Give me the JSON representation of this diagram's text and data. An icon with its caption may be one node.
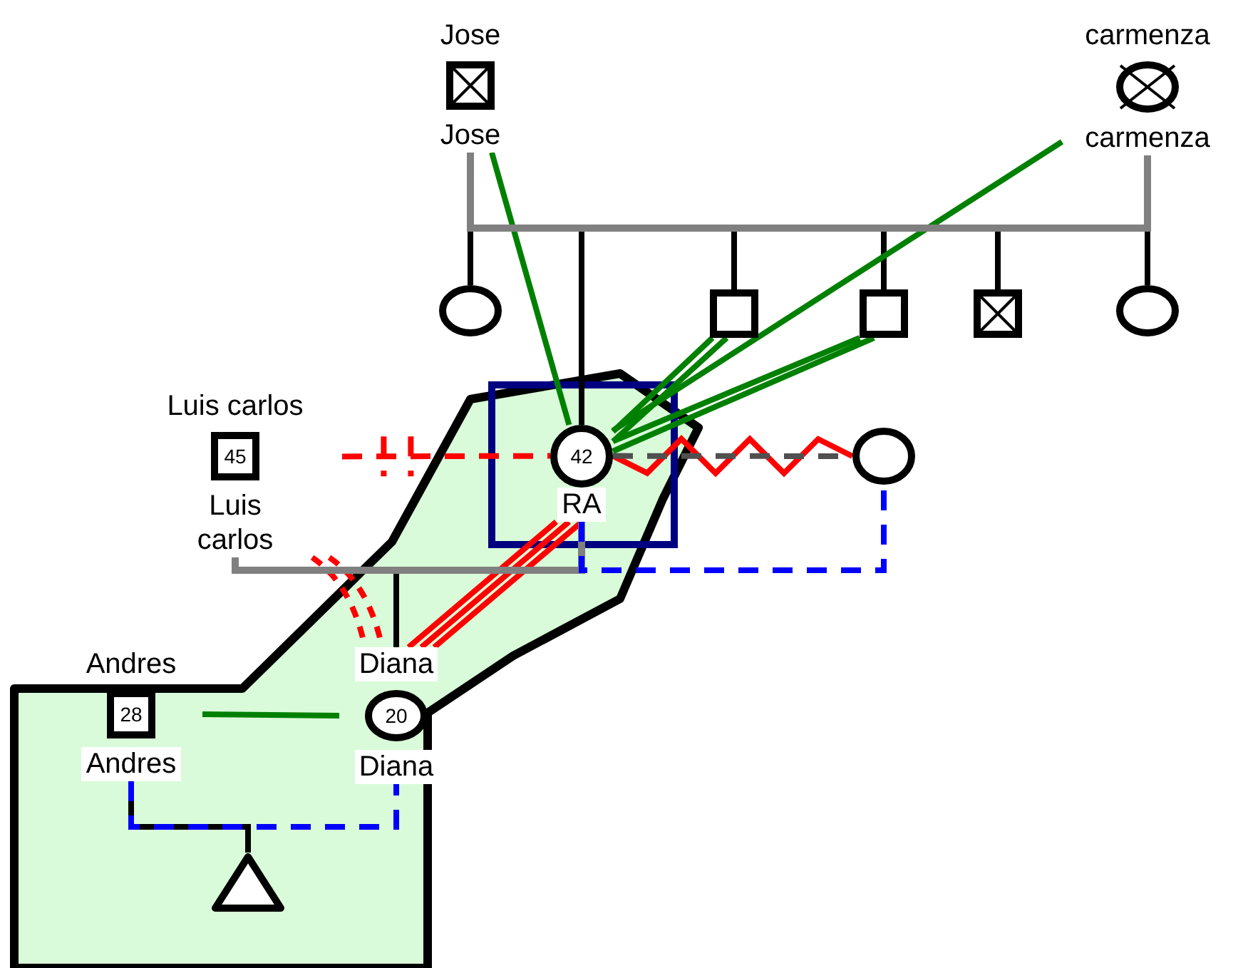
{
  "diagram": {
    "nodes": [
      {
        "text": [
          "Jose",
          "Jose"
        ]
      },
      {
        "text": [
          "carmenza",
          "carmenza"
        ]
      },
      {
        "text": [],
        "shape": "circle"
      },
      {
        "text": [],
        "shape": "box"
      },
      {
        "text": [],
        "shape": "box"
      },
      {
        "text": [],
        "shape": "box"
      },
      {
        "text": [],
        "shape": "circle"
      },
      {
        "text": [],
        "shape": "polygon"
      },
      {
        "text": [
          "Luis carlos",
          "45",
          "Luis carlos"
        ]
      },
      {
        "text": [
          "42",
          "RA"
        ],
        "in": 7
      },
      {
        "text": [],
        "shape": "circle"
      },
      {
        "text": [
          "Andres",
          "28",
          "Andres"
        ],
        "in": 7
      },
      {
        "text": [
          "Diana",
          "20",
          "Diana"
        ],
        "in": 7
      },
      {
        "text": [],
        "shape": "triangle",
        "in": 7
      }
    ],
    "edges": [
      {
        "from": 0,
        "to": 1,
        "arrow": "none",
        "color": "#808080"
      },
      {
        "from": 0,
        "to": 2,
        "arrow": "none",
        "color": "#000000"
      },
      {
        "from": 0,
        "to": 9,
        "arrow": "none",
        "color": "#000000"
      },
      {
        "from": 0,
        "to": 3,
        "arrow": "none",
        "color": "#000000"
      },
      {
        "from": 0,
        "to": 4,
        "arrow": "none",
        "color": "#000000"
      },
      {
        "from": 0,
        "to": 5,
        "arrow": "none",
        "color": "#000000"
      },
      {
        "from": 0,
        "to": 6,
        "arrow": "none",
        "color": "#000000"
      },
      {
        "from": 0,
        "to": 9,
        "arrow": "none",
        "color": "#008000"
      },
      {
        "from": 1,
        "to": 9,
        "arrow": "none",
        "color": "#008000"
      },
      {
        "from": 3,
        "to": 9,
        "arrow": "none",
        "color": "#008000"
      },
      {
        "from": 4,
        "to": 9,
        "arrow": "none",
        "color": "#008000"
      },
      {
        "from": 8,
        "to": 9,
        "arrow": "none",
        "style": "dashed",
        "color": "#ff0000"
      },
      {
        "from": 8,
        "to": 12,
        "arrow": "none",
        "style": "dashed",
        "color": "#ff0000"
      },
      {
        "from": 9,
        "to": 12,
        "arrow": "none",
        "color": "#ff0000"
      },
      {
        "from": 9,
        "to": 10,
        "arrow": "none",
        "color": "#ff0000"
      },
      {
        "from": 9,
        "to": 10,
        "arrow": "none",
        "style": "dashed",
        "color": "#505050"
      },
      {
        "from": 8,
        "to": 9,
        "arrow": "none",
        "color": "#808080"
      },
      {
        "from": 8,
        "to": 12,
        "arrow": "none",
        "color": "#000000"
      },
      {
        "from": 9,
        "to": 10,
        "arrow": "none",
        "style": "dashed",
        "color": "#0000ff"
      },
      {
        "from": 11,
        "to": 12,
        "arrow": "none",
        "color": "#008000"
      },
      {
        "from": 11,
        "to": 12,
        "arrow": "none",
        "style": "dashed",
        "color": "#0000ff"
      },
      {
        "from": 11,
        "to": 13,
        "arrow": "none",
        "color": "#000000"
      }
    ]
  }
}
